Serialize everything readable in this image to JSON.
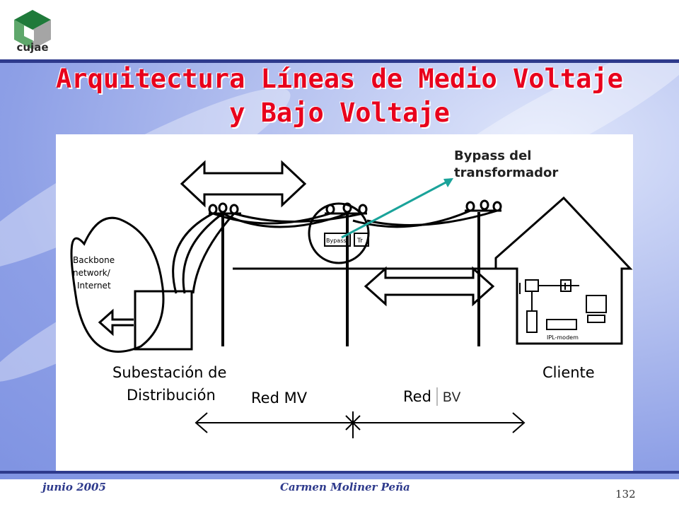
{
  "logo": {
    "text": "cujae",
    "colors": {
      "top": "#1f7a3a",
      "left": "#5ea76b",
      "right": "#a5a5a5"
    }
  },
  "slide": {
    "title": "Arquitectura Líneas de Medio Voltaje y Bajo Voltaje",
    "page_number": "132"
  },
  "diagram": {
    "labels": {
      "backbone": [
        "Backbone",
        "network/",
        "Internet"
      ],
      "substation": [
        "Subestación de",
        "Distribución"
      ],
      "red_mv": "Red MV",
      "red_bv_prefix": "Red",
      "red_bv_suffix": "BV",
      "cliente": "Cliente",
      "bypass_box": "Bypass",
      "transformer_box": "Tr",
      "modem": "IPL-modem"
    },
    "callout": {
      "line1": "Bypass del",
      "line2": "transformador",
      "arrow_color": "#1aa39a"
    }
  },
  "footer": {
    "date": "junio 2005",
    "author": "Carmen Moliner Peña"
  },
  "colors": {
    "title": "#e8001c",
    "accent_rule": "#2e3a8c"
  }
}
